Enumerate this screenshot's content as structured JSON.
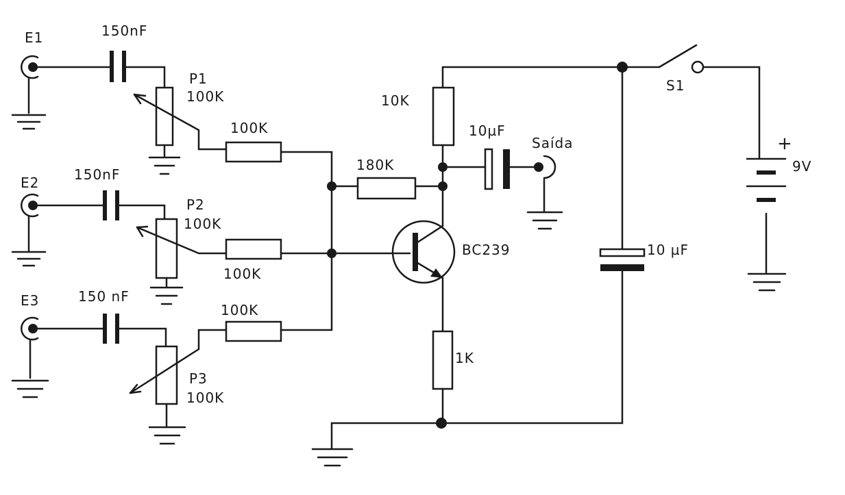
{
  "inputs": [
    {
      "label": "E1",
      "capacitor": "150nF",
      "pot": "P1",
      "pot_value": "100K",
      "resistor": "100K"
    },
    {
      "label": "E2",
      "capacitor": "150nF",
      "pot": "P2",
      "pot_value": "100K",
      "resistor": "100K"
    },
    {
      "label": "E3",
      "capacitor": "150 nF",
      "pot": "P3",
      "pot_value": "100K",
      "resistor": "100K"
    }
  ],
  "feedback_resistor": "180K",
  "collector_resistor": "10K",
  "emitter_resistor": "1K",
  "transistor": "BC239",
  "output_capacitor": "10µF",
  "output_label": "Saída",
  "filter_capacitor": "10 µF",
  "switch": "S1",
  "battery_polarity": "+",
  "battery_voltage": "9V"
}
